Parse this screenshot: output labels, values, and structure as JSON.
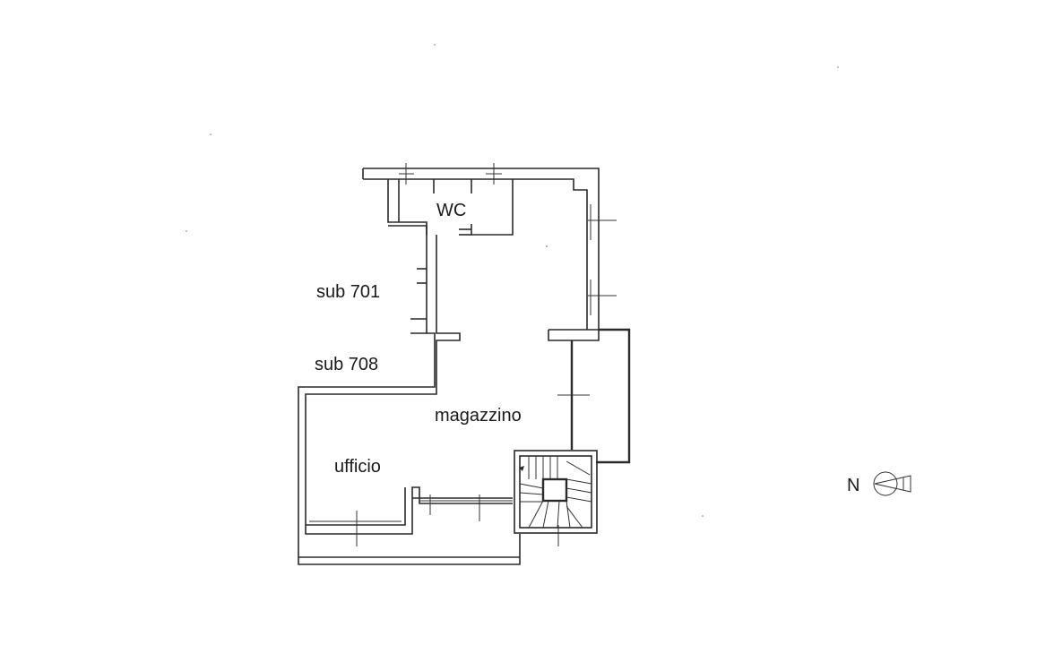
{
  "labels": {
    "wc": "WC",
    "sub_701": "sub 701",
    "sub_708": "sub 708",
    "magazzino": "magazzino",
    "ufficio": "ufficio",
    "north": "N"
  },
  "colors": {
    "ink": "#2a2a2a",
    "background": "#ffffff"
  },
  "icons": {
    "north_arrow": "north-arrow-icon",
    "staircase": "staircase-icon"
  }
}
